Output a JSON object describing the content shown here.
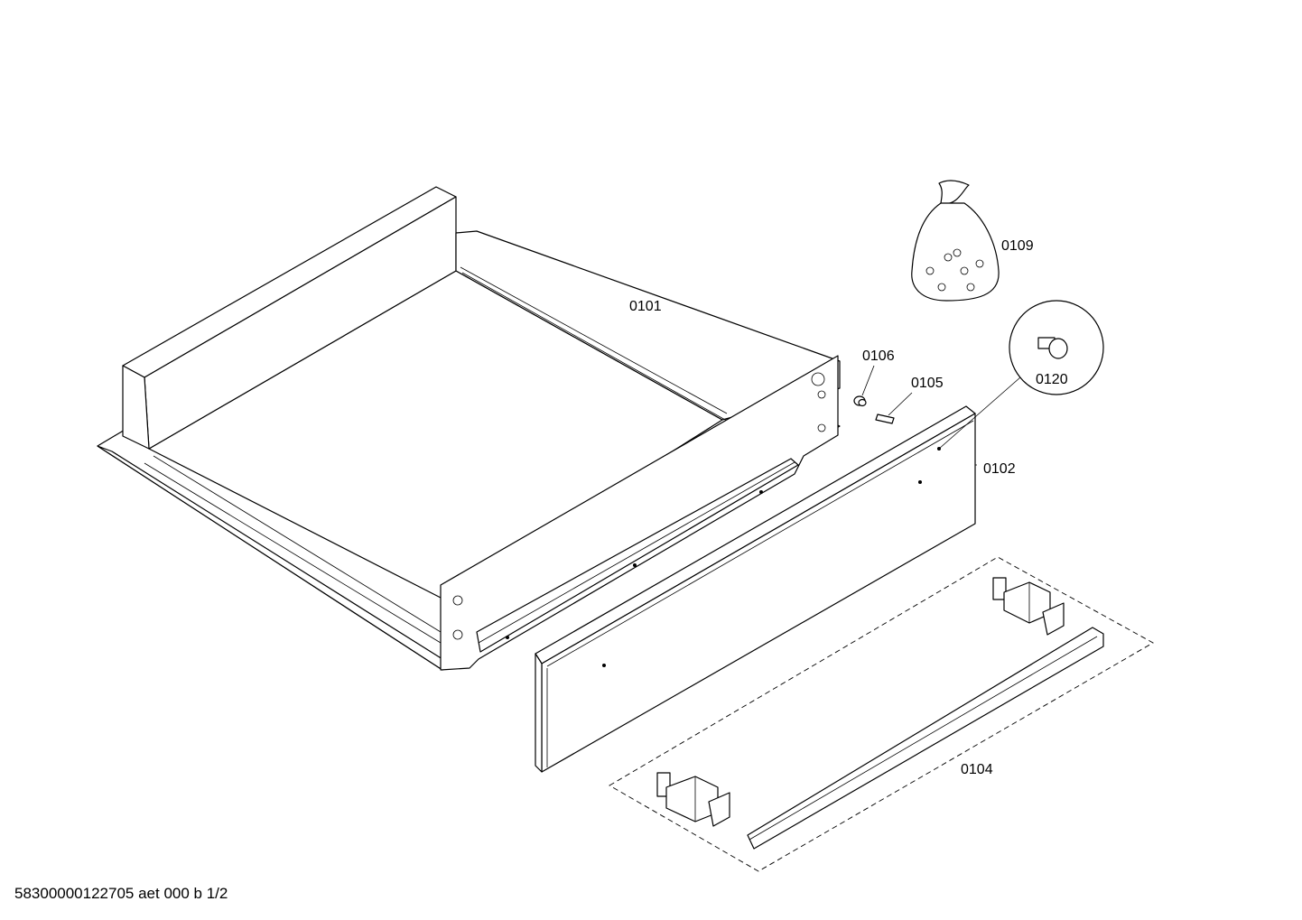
{
  "parts": [
    {
      "id": "0101",
      "label": "0101",
      "name": "drawer-body"
    },
    {
      "id": "0102",
      "label": "0102",
      "name": "front-panel"
    },
    {
      "id": "0104",
      "label": "0104",
      "name": "handle-assembly"
    },
    {
      "id": "0105",
      "label": "0105",
      "name": "pin"
    },
    {
      "id": "0106",
      "label": "0106",
      "name": "bushing"
    },
    {
      "id": "0109",
      "label": "0109",
      "name": "screw-bag"
    },
    {
      "id": "0120",
      "label": "0120",
      "name": "buffer-detail"
    }
  ],
  "footer": {
    "doc_code": "58300000122705 aet 000 b 1/2"
  }
}
